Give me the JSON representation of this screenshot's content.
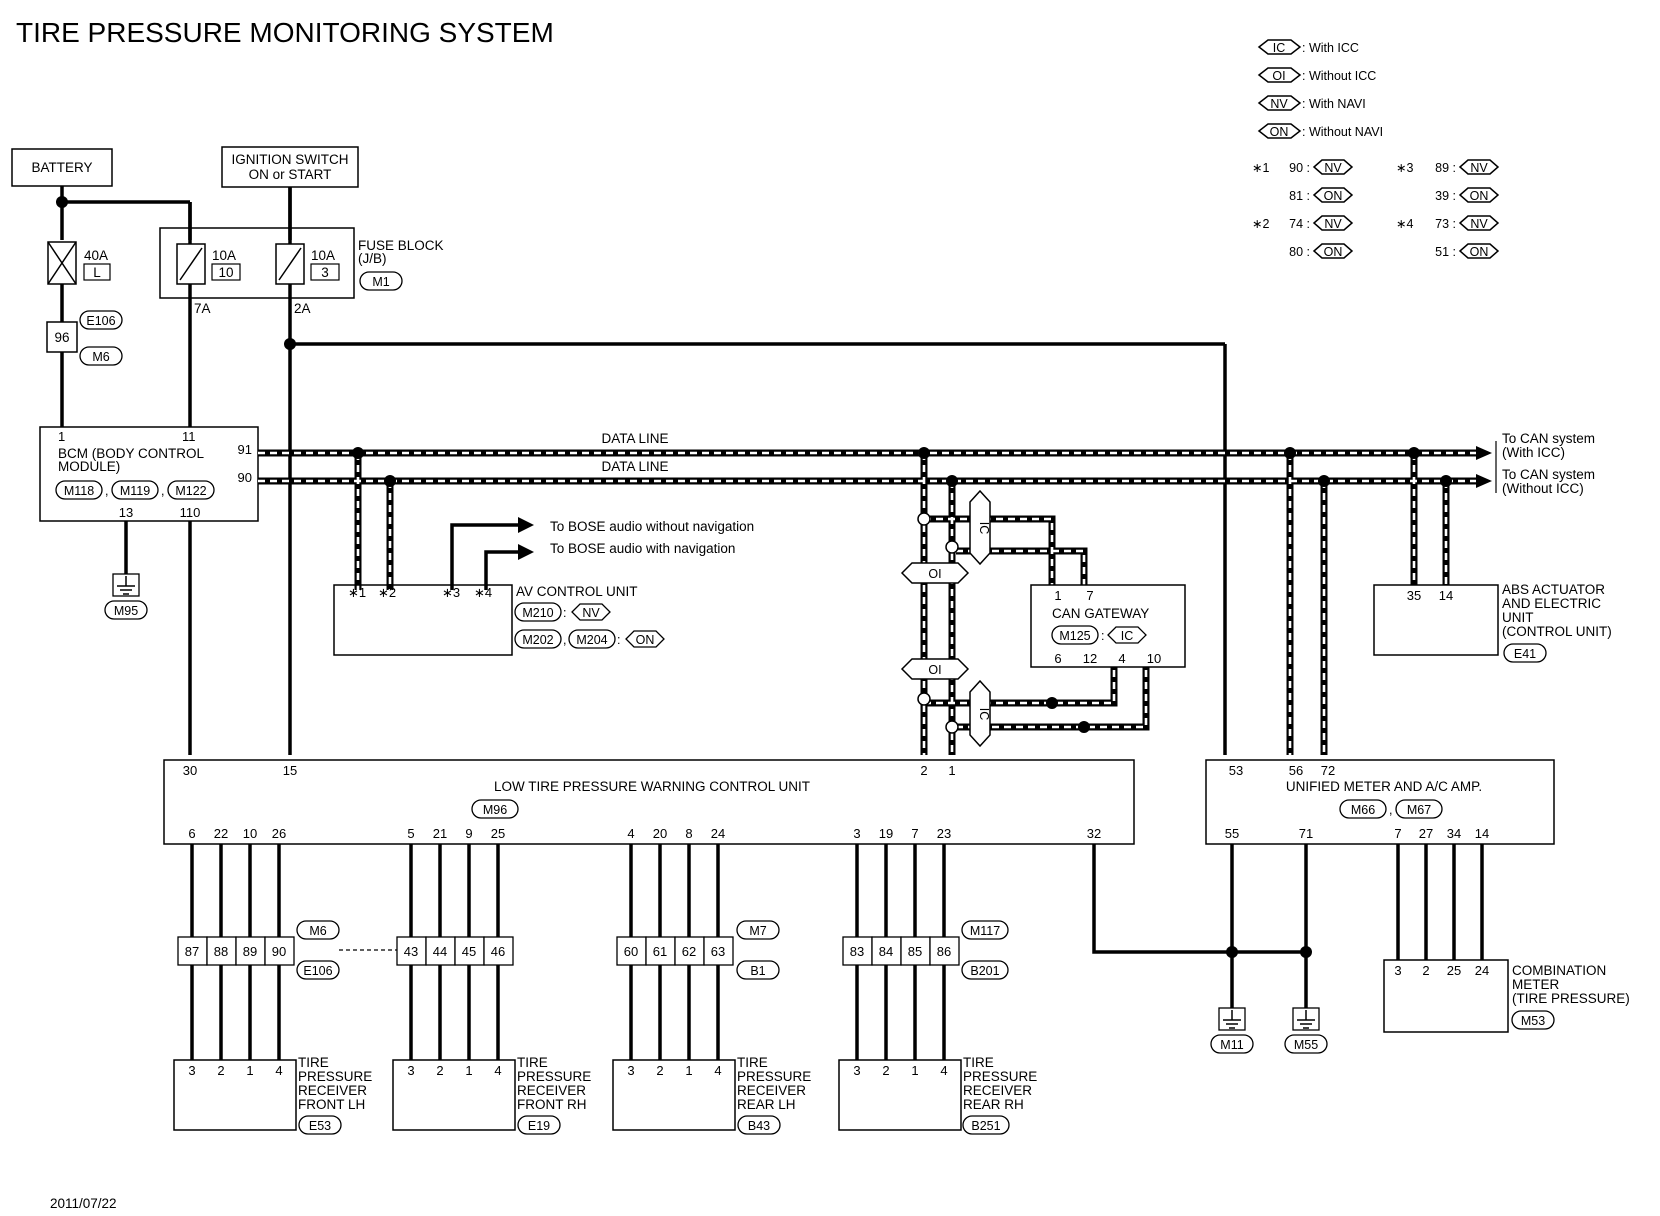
{
  "title": "TIRE PRESSURE MONITORING SYSTEM",
  "date": "2011/07/22",
  "legend": {
    "ic": {
      "code": "IC",
      "text": ": With ICC"
    },
    "oi": {
      "code": "OI",
      "text": ": Without ICC"
    },
    "nv": {
      "code": "NV",
      "text": ": With NAVI"
    },
    "on": {
      "code": "ON",
      "text": ": Without NAVI"
    },
    "star_table": {
      "s1": {
        "mark": "∗1",
        "nv_pin": "90 :",
        "on_pin": "81 :"
      },
      "s2": {
        "mark": "∗2",
        "nv_pin": "74 :",
        "on_pin": "80 :"
      },
      "s3": {
        "mark": "∗3",
        "nv_pin": "89 :",
        "on_pin": "39 :"
      },
      "s4": {
        "mark": "∗4",
        "nv_pin": "73 :",
        "on_pin": "51 :"
      }
    }
  },
  "battery": {
    "label": "BATTERY"
  },
  "ignition": {
    "line1": "IGNITION SWITCH",
    "line2": "ON or START"
  },
  "fuse_40a": {
    "rating": "40A",
    "id": "L"
  },
  "fuse_block": {
    "line1": "FUSE BLOCK",
    "line2": "(J/B)",
    "connector": "M1",
    "fuse1": {
      "rating": "10A",
      "id": "10",
      "pin": "7A"
    },
    "fuse2": {
      "rating": "10A",
      "id": "3",
      "pin": "2A"
    }
  },
  "jc96": {
    "pin": "96",
    "conn1": "E106",
    "conn2": "M6"
  },
  "bcm": {
    "line1": "BCM (BODY CONTROL",
    "line2": "MODULE)",
    "conn1": "M118",
    "conn2": "M119",
    "conn3": "M122",
    "sep": ",",
    "pin1": "1",
    "pin11": "11",
    "pin91": "91",
    "pin90": "90",
    "pin13": "13",
    "pin110": "110",
    "ground": "M95"
  },
  "data_line": {
    "upper": "DATA LINE",
    "lower": "DATA LINE"
  },
  "can_to": {
    "upper1": "To CAN system",
    "upper2": "(With ICC)",
    "lower1": "To CAN system",
    "lower2": "(Without ICC)"
  },
  "bose": {
    "without_nav": "To BOSE audio without navigation",
    "with_nav": "To BOSE audio with navigation"
  },
  "av_unit": {
    "label": "AV CONTROL UNIT",
    "p1": "∗1",
    "p2": "∗2",
    "p3": "∗3",
    "p4": "∗4",
    "conn1": "M210",
    "nv": "NV",
    "conn2": "M202",
    "conn3": "M204",
    "on": "ON",
    "colon": ":",
    "comma": ","
  },
  "can_gateway": {
    "label": "CAN GATEWAY",
    "conn": "M125",
    "ic": "IC",
    "colon": ":",
    "p1": "1",
    "p7": "7",
    "p6": "6",
    "p12": "12",
    "p4": "4",
    "p10": "10"
  },
  "oi_badge": "OI",
  "ic_badge": "IC",
  "abs": {
    "line1": "ABS ACTUATOR",
    "line2": "AND ELECTRIC",
    "line3": "UNIT",
    "line4": "(CONTROL UNIT)",
    "conn": "E41",
    "p35": "35",
    "p14": "14"
  },
  "ltpw": {
    "label": "LOW TIRE PRESSURE WARNING CONTROL UNIT",
    "conn": "M96",
    "top_pins": [
      "30",
      "15",
      "2",
      "1"
    ],
    "bottom_pins": [
      "6",
      "22",
      "10",
      "26",
      "5",
      "21",
      "9",
      "25",
      "4",
      "20",
      "8",
      "24",
      "3",
      "19",
      "7",
      "23",
      "32"
    ]
  },
  "meter_amp": {
    "label": "UNIFIED METER AND A/C AMP.",
    "conn1": "M66",
    "conn2": "M67",
    "comma": ",",
    "top_pins": [
      "53",
      "56",
      "72"
    ],
    "bottom_pins": [
      "55",
      "71",
      "7",
      "27",
      "34",
      "14"
    ],
    "ground1": "M11",
    "ground2": "M55"
  },
  "combination": {
    "line1": "COMBINATION",
    "line2": "METER",
    "line3": "(TIRE PRESSURE)",
    "conn": "M53",
    "pins": [
      "3",
      "2",
      "25",
      "24"
    ]
  },
  "jc_groups": [
    {
      "pins": [
        "87",
        "88",
        "89",
        "90"
      ],
      "conn1": "M6",
      "conn2": "E106"
    },
    {
      "pins": [
        "43",
        "44",
        "45",
        "46"
      ]
    },
    {
      "pins": [
        "60",
        "61",
        "62",
        "63"
      ],
      "conn1": "M7",
      "conn2": "B1"
    },
    {
      "pins": [
        "83",
        "84",
        "85",
        "86"
      ],
      "conn1": "M117",
      "conn2": "B201"
    }
  ],
  "receivers": [
    {
      "l1": "TIRE",
      "l2": "PRESSURE",
      "l3": "RECEIVER",
      "l4": "FRONT LH",
      "conn": "E53",
      "pins": [
        "3",
        "2",
        "1",
        "4"
      ]
    },
    {
      "l1": "TIRE",
      "l2": "PRESSURE",
      "l3": "RECEIVER",
      "l4": "FRONT RH",
      "conn": "E19",
      "pins": [
        "3",
        "2",
        "1",
        "4"
      ]
    },
    {
      "l1": "TIRE",
      "l2": "PRESSURE",
      "l3": "RECEIVER",
      "l4": "REAR LH",
      "conn": "B43",
      "pins": [
        "3",
        "2",
        "1",
        "4"
      ]
    },
    {
      "l1": "TIRE",
      "l2": "PRESSURE",
      "l3": "RECEIVER",
      "l4": "REAR RH",
      "conn": "B251",
      "pins": [
        "3",
        "2",
        "1",
        "4"
      ]
    }
  ]
}
